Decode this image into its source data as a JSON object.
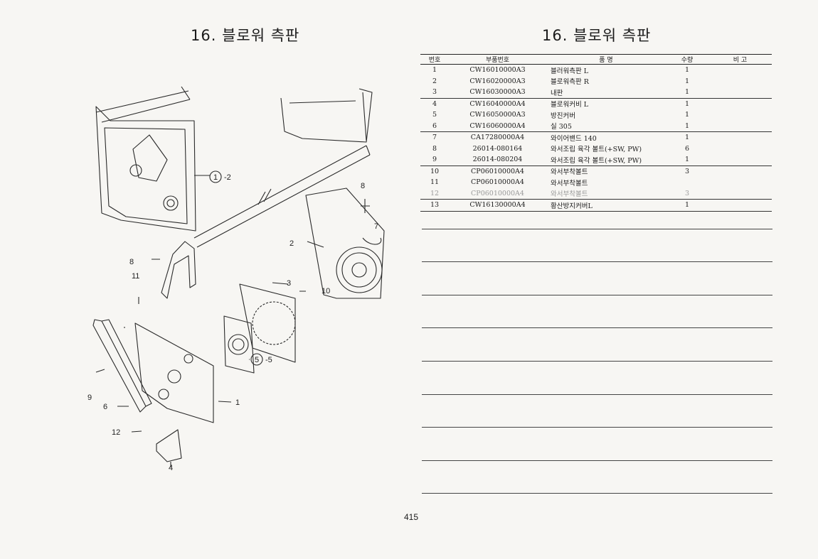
{
  "titles": {
    "left": "16. 블로워 측판",
    "right": "16. 블로워 측판"
  },
  "table": {
    "headers": {
      "no": "번호",
      "part": "부품번호",
      "name": "품    명",
      "qty": "수량",
      "remark": "비    고"
    },
    "rows": [
      {
        "no": "1",
        "part": "CW16010000A3",
        "name": "블러워측판 L",
        "qty": "1",
        "remark": ""
      },
      {
        "no": "2",
        "part": "CW16020000A3",
        "name": "블로워측판 R",
        "qty": "1",
        "remark": ""
      },
      {
        "no": "3",
        "part": "CW16030000A3",
        "name": "내판",
        "qty": "1",
        "remark": ""
      },
      {
        "no": "4",
        "part": "CW16040000A4",
        "name": "블로워커비 L",
        "qty": "1",
        "remark": ""
      },
      {
        "no": "5",
        "part": "CW16050000A3",
        "name": "방진커버",
        "qty": "1",
        "remark": ""
      },
      {
        "no": "6",
        "part": "CW16060000A4",
        "name": "실 305",
        "qty": "1",
        "remark": ""
      },
      {
        "no": "7",
        "part": "CA17280000A4",
        "name": "와이어밴드 140",
        "qty": "1",
        "remark": ""
      },
      {
        "no": "8",
        "part": "26014-080164",
        "name": "와서조립 육각 볼트(+SW, PW)",
        "qty": "6",
        "remark": ""
      },
      {
        "no": "9",
        "part": "26014-080204",
        "name": "와서조립 육각 볼트(+SW, PW)",
        "qty": "1",
        "remark": ""
      },
      {
        "no": "10",
        "part": "CP06010000A4",
        "name": "와서부착볼트",
        "qty": "3",
        "remark": ""
      },
      {
        "no": "11",
        "part": "CP06010000A4",
        "name": "와서부착볼트",
        "qty": "",
        "remark": ""
      },
      {
        "no": "12",
        "part": "CP06010000A4",
        "name": "와서부착볼트",
        "qty": "3",
        "remark": ""
      },
      {
        "no": "13",
        "part": "CW16130000A4",
        "name": "황산방지커버L",
        "qty": "1",
        "remark": ""
      }
    ]
  },
  "callouts": {
    "c1": "1",
    "c1_suffix": "-2",
    "c2": "2",
    "c3": "3",
    "c4": "4",
    "c5": "5",
    "c5_suffix": "-5",
    "c6": "6",
    "c7": "7",
    "c8a": "8",
    "c8b": "8",
    "c9": "9",
    "c10": "10",
    "c11": "11",
    "c12": "12",
    "c1b": "1"
  },
  "page_number": "415"
}
